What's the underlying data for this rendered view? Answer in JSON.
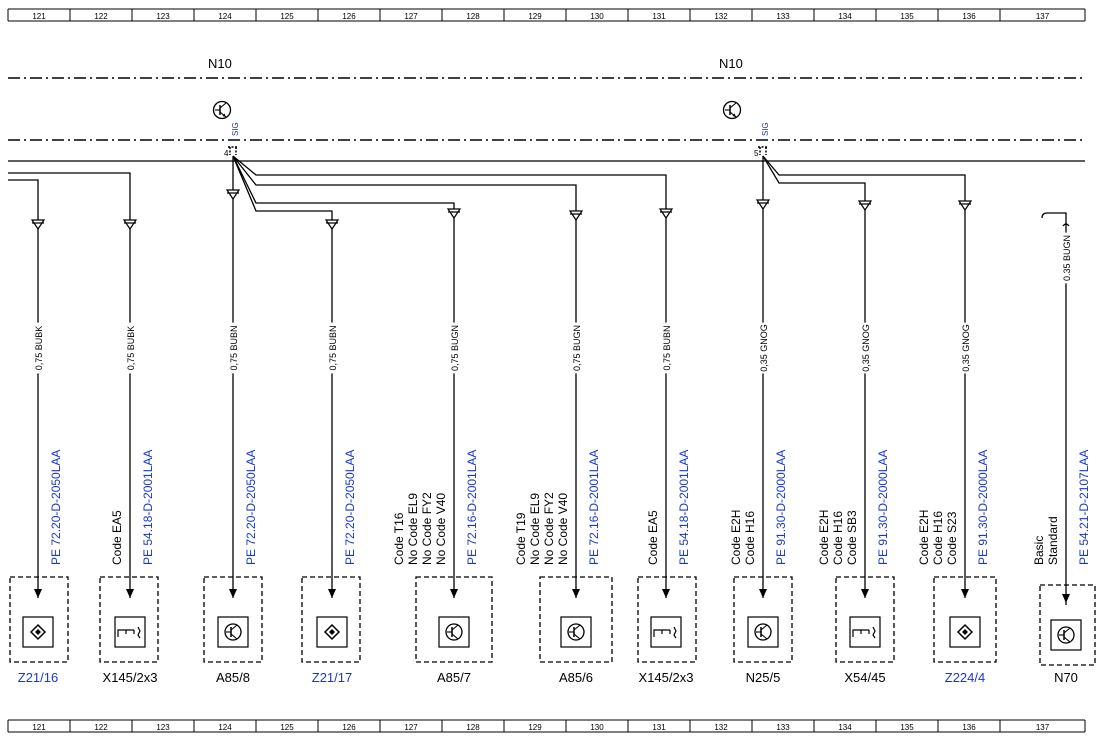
{
  "ruler_numbers": [
    "121",
    "122",
    "123",
    "124",
    "125",
    "126",
    "127",
    "128",
    "129",
    "130",
    "131",
    "132",
    "133",
    "134",
    "135",
    "136",
    "137"
  ],
  "ecu_left": "N10",
  "ecu_right": "N10",
  "pin_left": "4",
  "pin_right": "5",
  "sig_label": "SIG",
  "branches": [
    {
      "wire": "0,75 BUBK",
      "code": [],
      "ref": "PE 72.20-D-2050LAA",
      "symbol": "diamond-icon",
      "name": "Z21/16",
      "name_color": "#1a38c8"
    },
    {
      "wire": "0,75 BUBK",
      "code": [
        "Code EA5"
      ],
      "ref": "PE 54.18-D-2001LAA",
      "symbol": "connector-icon",
      "name": "X145/2x3",
      "name_color": "#000000"
    },
    {
      "wire": "0,75 BUBN",
      "code": [],
      "ref": "PE 72.20-D-2050LAA",
      "symbol": "transistor-icon",
      "name": "A85/8",
      "name_color": "#000000"
    },
    {
      "wire": "0,75 BUBN",
      "code": [],
      "ref": "PE 72.20-D-2050LAA",
      "symbol": "diamond-icon",
      "name": "Z21/17",
      "name_color": "#1a38c8"
    },
    {
      "wire": "0,75 BUGN",
      "code": [
        "Code T16",
        "No Code EL9",
        "No Code FY2",
        "No Code V40"
      ],
      "ref": "PE 72.16-D-2001LAA",
      "symbol": "transistor-icon",
      "name": "A85/7",
      "name_color": "#000000"
    },
    {
      "wire": "0,75 BUGN",
      "code": [
        "Code T19",
        "No Code EL9",
        "No Code FY2",
        "No Code V40"
      ],
      "ref": "PE 72.16-D-2001LAA",
      "symbol": "transistor-icon",
      "name": "A85/6",
      "name_color": "#000000"
    },
    {
      "wire": "0,75 BUBN",
      "code": [
        "Code EA5"
      ],
      "ref": "PE 54.18-D-2001LAA",
      "symbol": "connector-icon",
      "name": "X145/2x3",
      "name_color": "#000000"
    },
    {
      "wire": "0,35 GNOG",
      "code": [
        "Code E2H",
        "Code H16"
      ],
      "ref": "PE 91.30-D-2000LAA",
      "symbol": "transistor-icon",
      "name": "N25/5",
      "name_color": "#000000"
    },
    {
      "wire": "0,35 GNOG",
      "code": [
        "Code E2H",
        "Code H16",
        "Code SB3"
      ],
      "ref": "PE 91.30-D-2000LAA",
      "symbol": "connector-icon",
      "name": "X54/45",
      "name_color": "#000000"
    },
    {
      "wire": "0,35 GNOG",
      "code": [
        "Code E2H",
        "Code H16",
        "Code S23"
      ],
      "ref": "PE 91.30-D-2000LAA",
      "symbol": "diamond-icon",
      "name": "Z224/4",
      "name_color": "#1a38c8"
    },
    {
      "wire": "0.35 BUGN",
      "code": [
        "Basic",
        "Standard"
      ],
      "ref": "PE 54.21-D-2107LAA",
      "symbol": "transistor-icon",
      "name": "N70",
      "name_color": "#000000"
    }
  ]
}
